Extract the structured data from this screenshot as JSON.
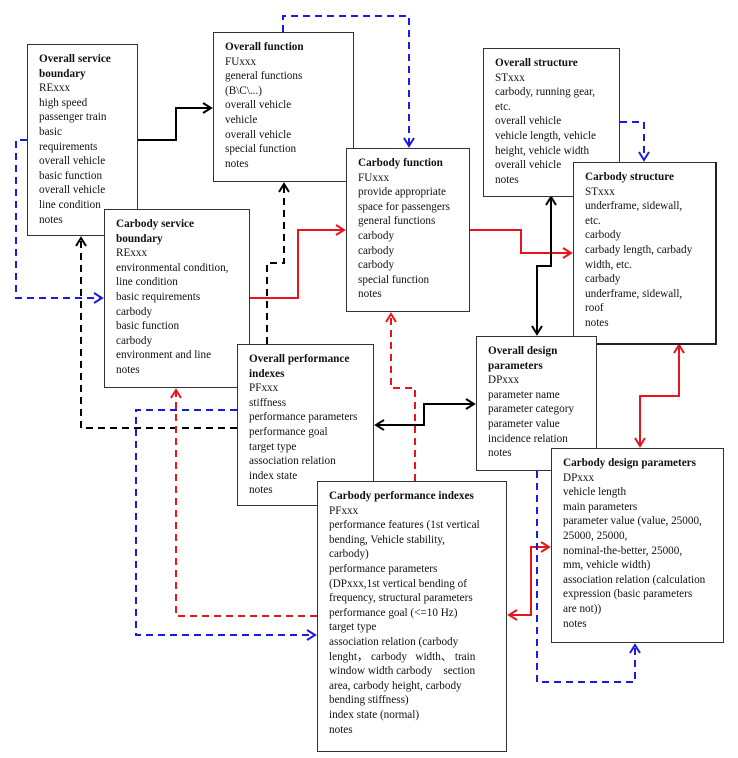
{
  "diagram": {
    "colors": {
      "solid": "#000000",
      "red": "#e8141c",
      "blue": "#1a1ae0",
      "black_dashed": "#000000"
    },
    "boxes": {
      "overall_service_boundary": {
        "title": "Overall service boundary",
        "lines": [
          "RExxx",
          "high speed",
          "passenger train",
          "basic",
          "requirements",
          "overall vehicle",
          "basic function",
          "overall vehicle",
          "line condition",
          "notes"
        ]
      },
      "overall_function": {
        "title": "Overall function",
        "lines": [
          "FUxxx",
          "general functions",
          "(B\\C\\...)",
          "overall vehicle",
          "vehicle",
          "overall vehicle",
          "special function",
          "notes"
        ]
      },
      "overall_structure": {
        "title": "Overall structure",
        "lines": [
          "STxxx",
          "carbody, running gear,",
          "etc.",
          "overall vehicle",
          "vehicle length, vehicle",
          "height, vehicle width",
          "overall vehicle",
          "notes"
        ]
      },
      "carbody_function": {
        "title": "Carbody function",
        "lines": [
          "FUxxx",
          "provide appropriate",
          "space for passengers",
          "general functions",
          "carbody",
          "carbody",
          "carbody",
          "special function",
          "notes"
        ]
      },
      "carbody_structure": {
        "title": "Carbody structure",
        "lines": [
          "STxxx",
          "underframe, sidewall,",
          "etc.",
          "carbody",
          "carbady length, carbady",
          "width, etc.",
          "carbady",
          "underframe, sidewall,",
          "roof",
          "notes"
        ]
      },
      "carbody_service_boundary": {
        "title": "Carbody service boundary",
        "lines": [
          "RExxx",
          "environmental condition,",
          "line condition",
          "basic requirements",
          "carbody",
          "basic function",
          "carbody",
          "environment and line",
          "notes"
        ]
      },
      "overall_performance_indexes": {
        "title": "Overall performance indexes",
        "lines": [
          "PFxxx",
          "stiffness",
          "performance parameters",
          "performance goal",
          "target type",
          "association relation",
          "index state",
          "notes"
        ]
      },
      "overall_design_parameters": {
        "title": "Overall design parameters",
        "lines": [
          "DPxxx",
          "parameter name",
          "parameter category",
          "parameter value",
          "incidence relation",
          "notes"
        ]
      },
      "carbody_design_parameters": {
        "title": "Carbody design parameters",
        "lines": [
          "DPxxx",
          "vehicle length",
          "main parameters",
          "parameter value (value, 25000,",
          "25000, 25000,",
          "nominal-the-better, 25000,",
          "mm, vehicle width)",
          "association relation (calculation",
          "expression (basic parameters",
          "are not))",
          "notes"
        ]
      },
      "carbody_performance_indexes": {
        "title": "Carbody performance indexes",
        "lines": [
          "PFxxx",
          "performance features (1st vertical",
          "bending, Vehicle stability,",
          "carbody)",
          "performance parameters",
          "(DPxxx,1st vertical bending of",
          "frequency, structural parameters",
          "performance goal (<=10 Hz)",
          "target type",
          "association relation (carbody",
          "lenght， carbody   width、 train",
          "window width carbody    section",
          "area, carbody height, carbody",
          "bending stiffness)",
          "index state (normal)",
          "notes"
        ]
      }
    },
    "connectors": [
      {
        "id": "service-to-function",
        "from": "overall_service_boundary",
        "to": "overall_function",
        "style": "solid",
        "color": "solid",
        "heads": "end"
      },
      {
        "id": "function-to-carbody-function",
        "from": "overall_function",
        "to": "carbody_function",
        "style": "dashed",
        "color": "blue",
        "heads": "end"
      },
      {
        "id": "structure-to-carbody-structure",
        "from": "overall_structure",
        "to": "carbody_structure",
        "style": "dashed",
        "color": "blue",
        "heads": "end"
      },
      {
        "id": "service-to-carbody-service",
        "from": "overall_service_boundary",
        "to": "carbody_service_boundary",
        "style": "dashed",
        "color": "blue",
        "heads": "end"
      },
      {
        "id": "carbody-service-to-carbody-function",
        "from": "carbody_service_boundary",
        "to": "carbody_function",
        "style": "solid",
        "color": "red",
        "heads": "end"
      },
      {
        "id": "carbody-function-to-carbody-structure",
        "from": "carbody_function",
        "to": "carbody_structure",
        "style": "solid",
        "color": "red",
        "heads": "end"
      },
      {
        "id": "structure-design-params",
        "from": "overall_structure",
        "to": "overall_design_parameters",
        "style": "solid",
        "color": "solid",
        "heads": "both"
      },
      {
        "id": "performance-to-function",
        "from": "overall_performance_indexes",
        "to": "overall_function",
        "style": "dashed",
        "color": "black_dashed",
        "heads": "end"
      },
      {
        "id": "performance-to-service",
        "from": "overall_performance_indexes",
        "to": "overall_service_boundary",
        "style": "dashed",
        "color": "black_dashed",
        "heads": "end"
      },
      {
        "id": "performance-design-params",
        "from": "overall_performance_indexes",
        "to": "overall_design_parameters",
        "style": "solid",
        "color": "solid",
        "heads": "both"
      },
      {
        "id": "carbody-perf-to-carbody-function",
        "from": "carbody_performance_indexes",
        "to": "carbody_function",
        "style": "dashed",
        "color": "red",
        "heads": "end"
      },
      {
        "id": "carbody-perf-to-carbody-service",
        "from": "carbody_performance_indexes",
        "to": "carbody_service_boundary",
        "style": "dashed",
        "color": "red",
        "heads": "end"
      },
      {
        "id": "performance-to-carbody-perf",
        "from": "overall_performance_indexes",
        "to": "carbody_performance_indexes",
        "style": "dashed",
        "color": "blue",
        "heads": "end"
      },
      {
        "id": "carbody-structure-design-params",
        "from": "carbody_structure",
        "to": "carbody_design_parameters",
        "style": "solid",
        "color": "red",
        "heads": "both"
      },
      {
        "id": "carbody-design-perf",
        "from": "carbody_design_parameters",
        "to": "carbody_performance_indexes",
        "style": "solid",
        "color": "red",
        "heads": "both"
      },
      {
        "id": "design-params-to-carbody-design",
        "from": "overall_design_parameters",
        "to": "carbody_design_parameters",
        "style": "dashed",
        "color": "blue",
        "heads": "end"
      }
    ]
  }
}
